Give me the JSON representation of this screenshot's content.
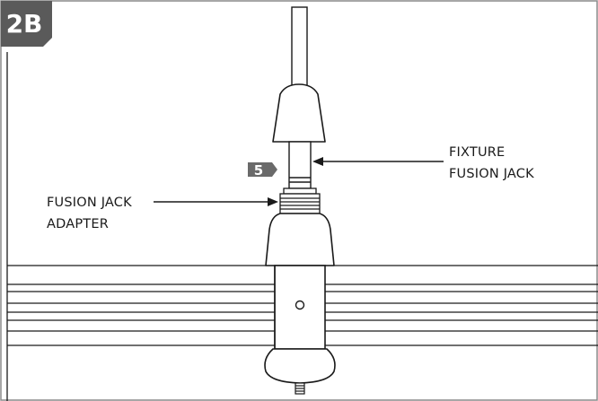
{
  "figure": {
    "step_label": "2B",
    "callout_number": "5",
    "labels": {
      "fixture_fusion_jack": [
        "FIXTURE",
        "FUSION JACK"
      ],
      "fusion_jack_adapter": [
        "FUSION JACK",
        "ADAPTER"
      ]
    },
    "colors": {
      "line": "#1a1a1a",
      "frame": "#8a8a8a",
      "step_badge": "#5a5a5a",
      "callout_badge": "#6a6a6a",
      "background": "#ffffff"
    }
  }
}
